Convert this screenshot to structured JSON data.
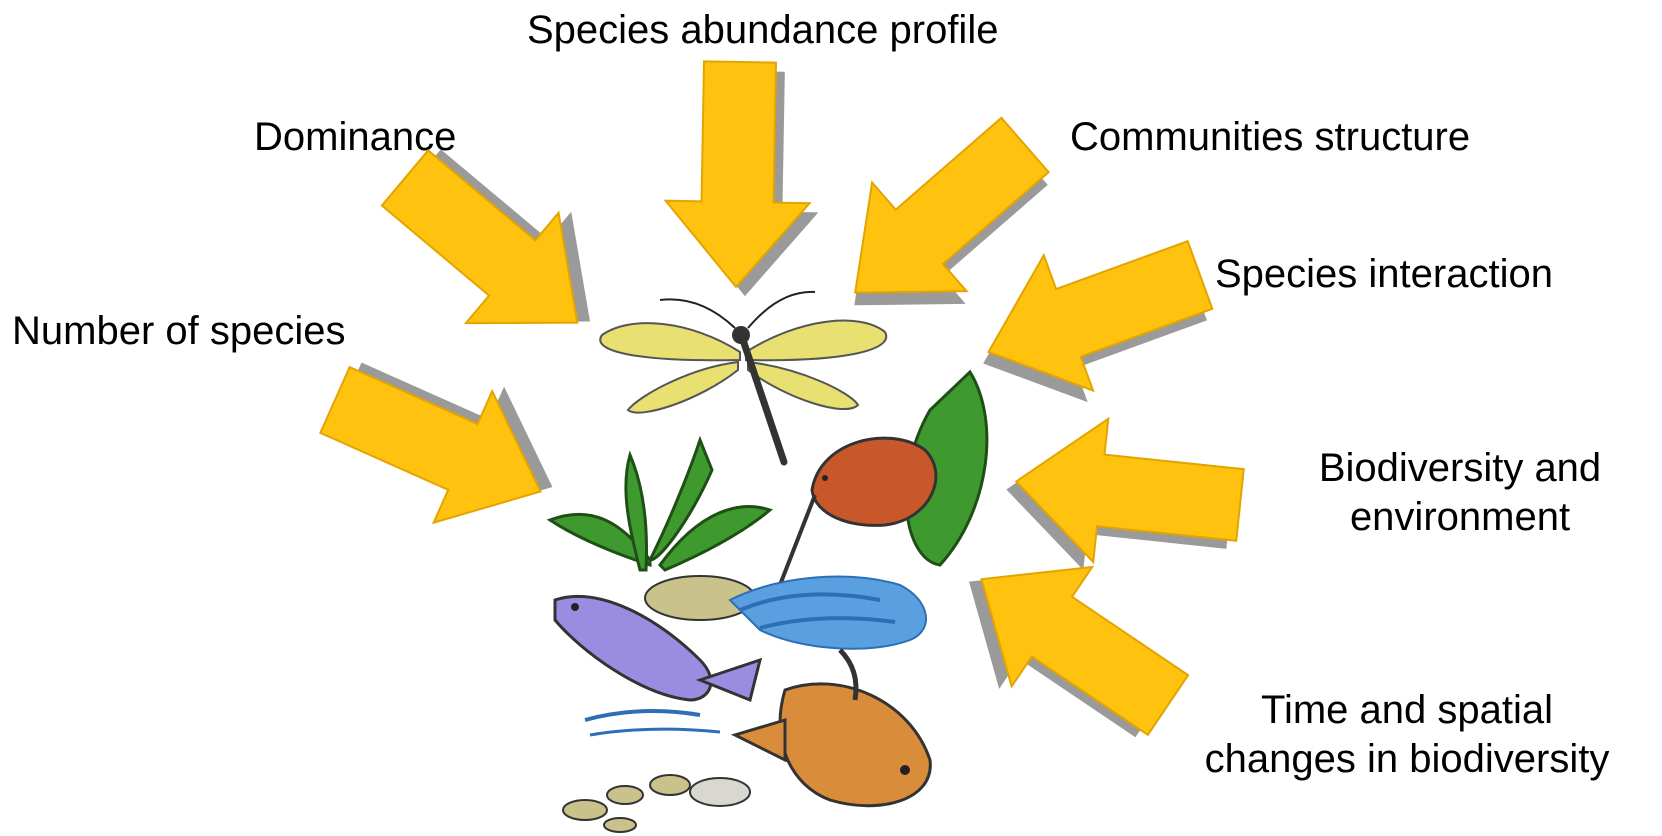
{
  "labels": {
    "species_abundance_profile": "Species abundance profile",
    "dominance": "Dominance",
    "communities_structure": "Communities structure",
    "species_interaction": "Species interaction",
    "number_of_species": "Number of species",
    "biodiversity_and_environment": [
      "Biodiversity and",
      "environment"
    ],
    "time_and_spatial_changes": [
      "Time and spatial",
      "changes in biodiversity"
    ]
  },
  "colors": {
    "arrow_fill": "#FFC20E",
    "arrow_outline": "#E3A400",
    "arrow_shadow": "#9a9a9a",
    "dragonfly_wing": "#E8E070",
    "fern_green": "#3E9A2E",
    "kiwi_body": "#C8582A",
    "water_blue": "#5AA0E0",
    "fish_purple": "#9A8CE0",
    "fish_orange": "#D98C3A",
    "pebble": "#C9C28A"
  },
  "illustration": {
    "elements": [
      "dragonfly-icon",
      "fern-icon",
      "kiwi-bird-icon",
      "water-waves-icon",
      "purple-fish-icon",
      "orange-fish-icon",
      "pebbles-icon"
    ]
  }
}
